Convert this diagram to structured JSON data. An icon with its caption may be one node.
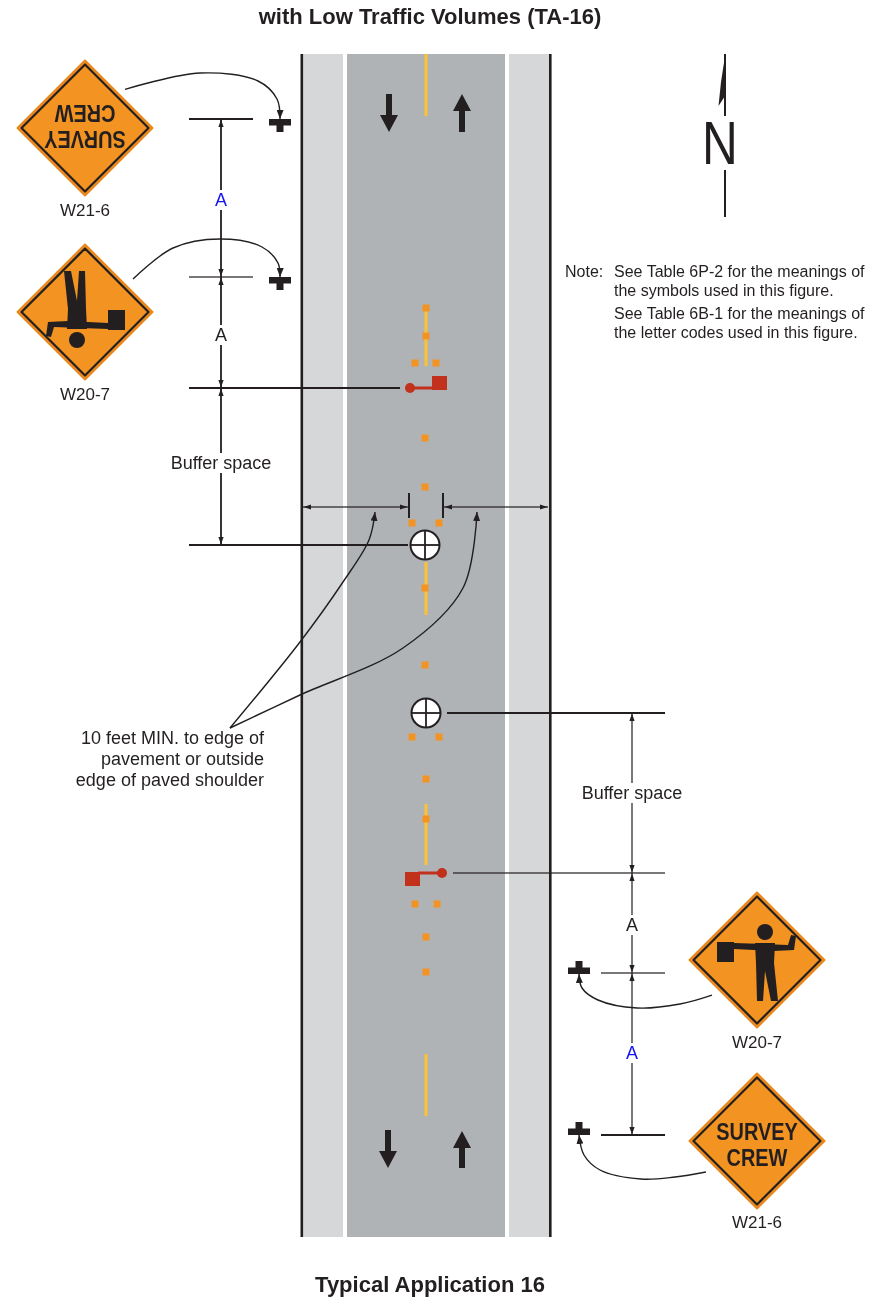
{
  "diagram": {
    "title": "with Low Traffic Volumes (TA-16)",
    "caption": "Typical Application 16",
    "nodes": [
      {
        "text": [
          "SURVEY CREW"
        ],
        "beside": [
          "W21-6"
        ]
      },
      {
        "text": [],
        "shape": "picture"
      },
      {
        "text": [],
        "shape": "diamond",
        "beside": [
          "W20-7"
        ]
      },
      {
        "text": [],
        "shape": "picture"
      },
      {
        "text": [
          "10 feet MIN. to edge of pavement or outside edge of paved shoulder"
        ]
      },
      {
        "text": [],
        "shape": "picture"
      },
      {
        "text": [],
        "shape": "diamond",
        "beside": [
          "W20-7"
        ]
      },
      {
        "text": [],
        "shape": "picture"
      },
      {
        "text": [
          "SURVEY CREW"
        ],
        "beside": [
          "W21-6"
        ]
      }
    ],
    "edges": [
      {
        "from": 0,
        "to": 1,
        "arrow": "to"
      },
      {
        "from": 2,
        "to": 3,
        "arrow": "to"
      },
      {
        "from": 4,
        "to": null,
        "arrow": "to"
      },
      {
        "from": 4,
        "to": null,
        "arrow": "to"
      },
      {
        "from": 6,
        "to": 5,
        "arrow": "to"
      },
      {
        "from": 8,
        "to": 7,
        "arrow": "to"
      }
    ],
    "labels": [
      "N",
      "A",
      "Note:",
      "See Table 6P-2 for the meanings of the symbols used in this figure.",
      "See Table 6B-1 for the meanings of the letter codes used in this figure.",
      "A",
      "Buffer space",
      "Buffer space",
      "A",
      "A"
    ]
  }
}
